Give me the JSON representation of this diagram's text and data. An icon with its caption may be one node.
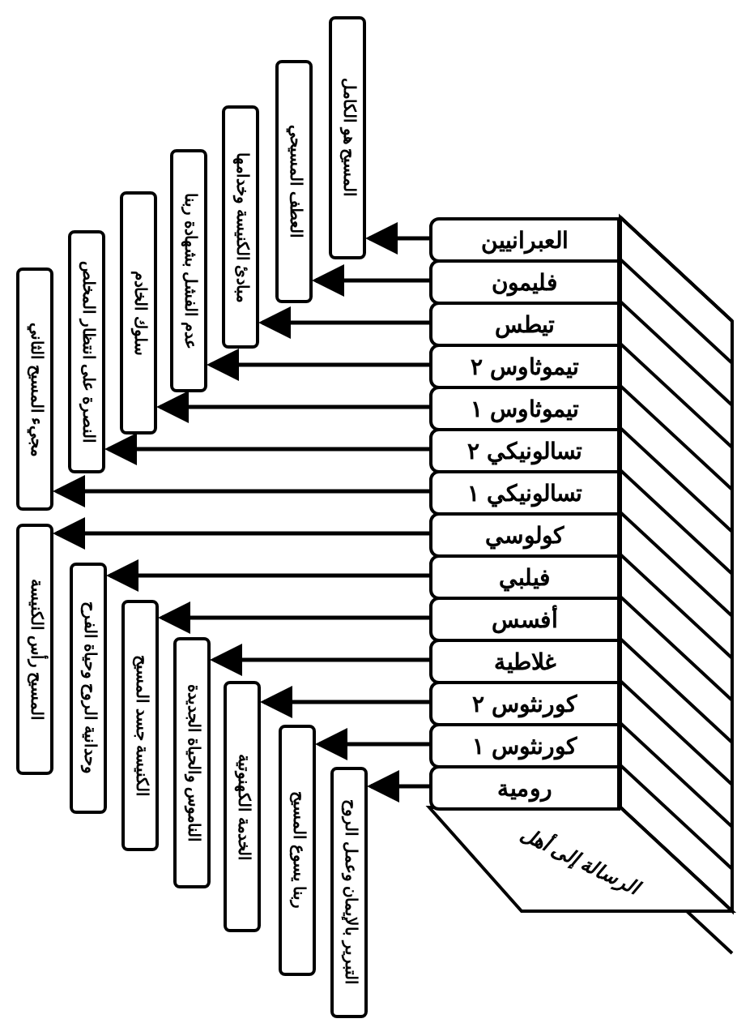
{
  "diagram": {
    "nodes": [
      {
        "text": [
          "العبرانيين"
        ]
      },
      {
        "text": [
          "فليمون"
        ]
      },
      {
        "text": [
          "تيطس"
        ]
      },
      {
        "text": [
          "تيموثاوس ٢"
        ]
      },
      {
        "text": [
          "تيموثاوس ١"
        ]
      },
      {
        "text": [
          "تسالونيكي ٢"
        ]
      },
      {
        "text": [
          "تسالونيكي ١"
        ]
      },
      {
        "text": [
          "كولوسي"
        ]
      },
      {
        "text": [
          "فيلبي"
        ]
      },
      {
        "text": [
          "أفسس"
        ]
      },
      {
        "text": [
          "غلاطية"
        ]
      },
      {
        "text": [
          "كورنثوس ٢"
        ]
      },
      {
        "text": [
          "كورنثوس ١"
        ]
      },
      {
        "text": [
          "رومية"
        ]
      },
      {
        "text": [
          "المسيح هو الكامل"
        ]
      },
      {
        "text": [
          "العطف المسيحي"
        ]
      },
      {
        "text": [
          "مبادئ الكنيسة وخدامها"
        ]
      },
      {
        "text": [
          "عدم الفشل بشهادة ربنا"
        ]
      },
      {
        "text": [
          "سلوك الخادم"
        ]
      },
      {
        "text": [
          "النصرة على انتظار المخلص"
        ]
      },
      {
        "text": [
          "مجيء المسيح الثاني"
        ]
      },
      {
        "text": [
          "المسيح رأس الكنيسة"
        ]
      },
      {
        "text": [
          "وحدانية الروح وحياة الفرح"
        ]
      },
      {
        "text": [
          "الكنيسة جسد المسيح"
        ]
      },
      {
        "text": [
          "الناموس والحياة الجديدة"
        ]
      },
      {
        "text": [
          "الخدمة الكهنوتية"
        ]
      },
      {
        "text": [
          "ربنا يسوع المسيح"
        ]
      },
      {
        "text": [
          "التبرير بالإيمان وعمل الروح"
        ]
      }
    ],
    "edges": [
      {
        "from": 0,
        "to": 14,
        "arrow": "to"
      },
      {
        "from": 1,
        "to": 15,
        "arrow": "to"
      },
      {
        "from": 2,
        "to": 16,
        "arrow": "to"
      },
      {
        "from": 3,
        "to": 17,
        "arrow": "to"
      },
      {
        "from": 4,
        "to": 18,
        "arrow": "to"
      },
      {
        "from": 5,
        "to": 19,
        "arrow": "to"
      },
      {
        "from": 6,
        "to": 20,
        "arrow": "to"
      },
      {
        "from": 7,
        "to": 21,
        "arrow": "to"
      },
      {
        "from": 8,
        "to": 22,
        "arrow": "to"
      },
      {
        "from": 9,
        "to": 23,
        "arrow": "to"
      },
      {
        "from": 10,
        "to": 24,
        "arrow": "to"
      },
      {
        "from": 11,
        "to": 25,
        "arrow": "to"
      },
      {
        "from": 12,
        "to": 26,
        "arrow": "to"
      },
      {
        "from": 13,
        "to": 27,
        "arrow": "to"
      }
    ],
    "labels": [
      "الرسالة إلى أهل"
    ]
  }
}
